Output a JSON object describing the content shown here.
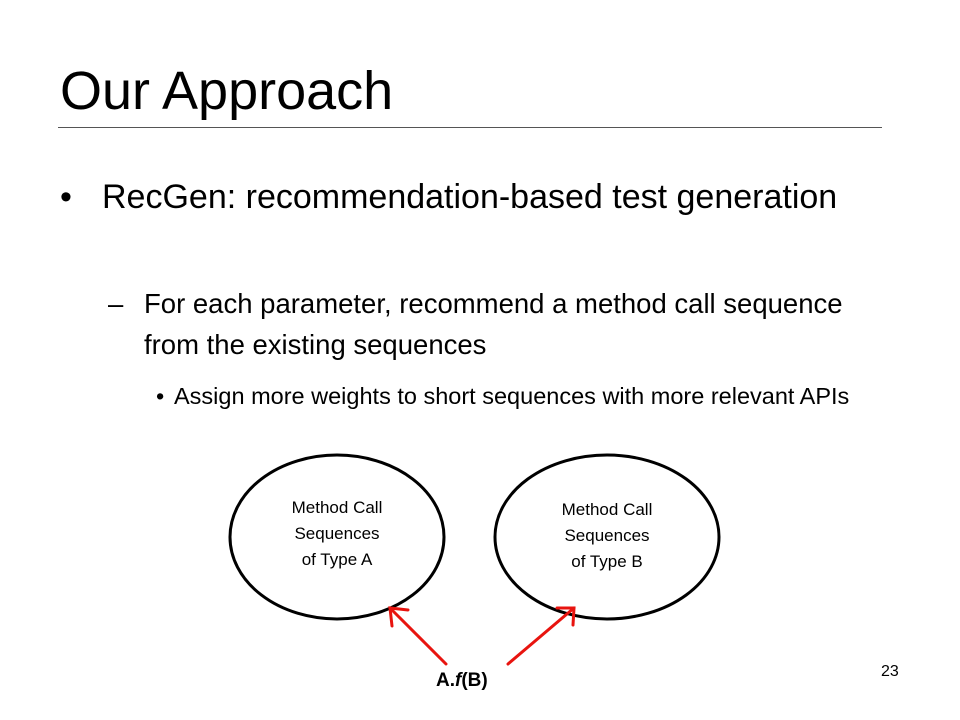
{
  "slide": {
    "title": "Our Approach",
    "page_number": "23"
  },
  "bullets": {
    "level1": {
      "marker": "•",
      "text": "RecGen: recommendation-based test generation"
    },
    "level2": {
      "marker": "–",
      "text": "For each parameter, recommend a method call sequence from the existing sequences"
    },
    "level3": {
      "marker": "•",
      "text": "Assign more weights to short sequences with more relevant APIs"
    }
  },
  "diagram": {
    "oval_a": {
      "line1": "Method Call",
      "line2": "Sequences",
      "line3": "of Type A"
    },
    "oval_b": {
      "line1": "Method Call",
      "line2": "Sequences",
      "line3": "of Type B"
    },
    "call": {
      "prefix": "A.",
      "method": "f",
      "suffix": "(B)"
    },
    "arrow_color": "#e8140f"
  }
}
